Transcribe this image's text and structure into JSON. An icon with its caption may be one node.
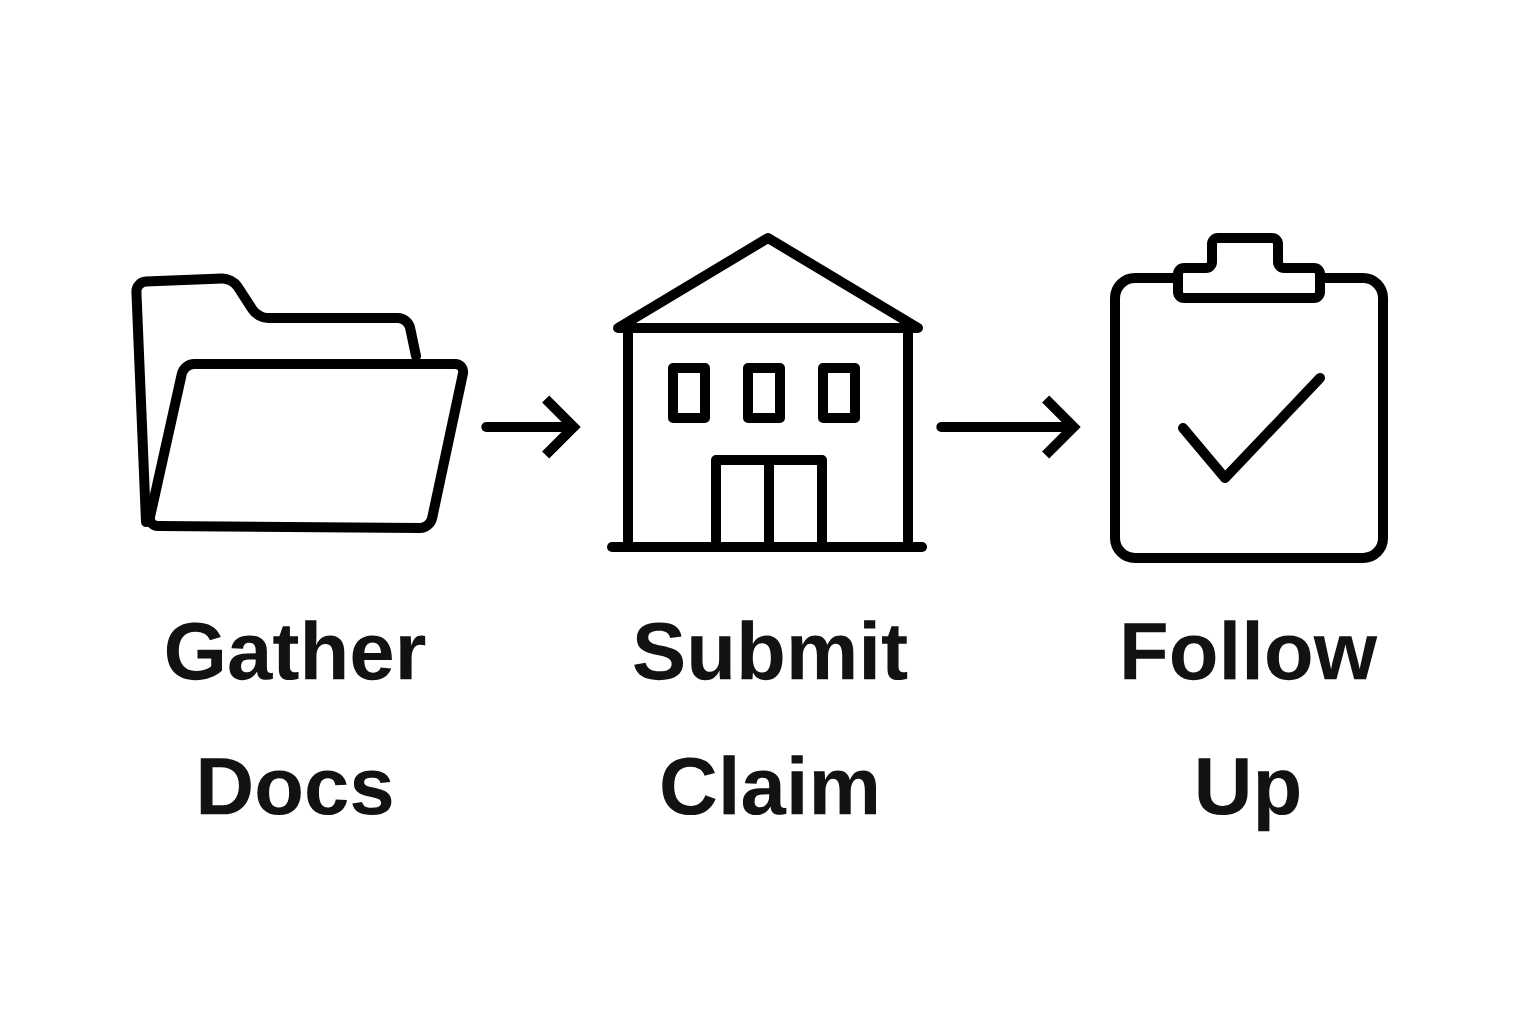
{
  "diagram": {
    "nodes": [
      {
        "text": [
          "Gather Docs"
        ]
      },
      {
        "text": [
          "Submit Claim"
        ]
      },
      {
        "text": [
          "Follow Up"
        ]
      }
    ],
    "edges": [
      {
        "from": 0,
        "to": 1,
        "arrow": "to"
      },
      {
        "from": 1,
        "to": 2,
        "arrow": "to"
      }
    ]
  }
}
